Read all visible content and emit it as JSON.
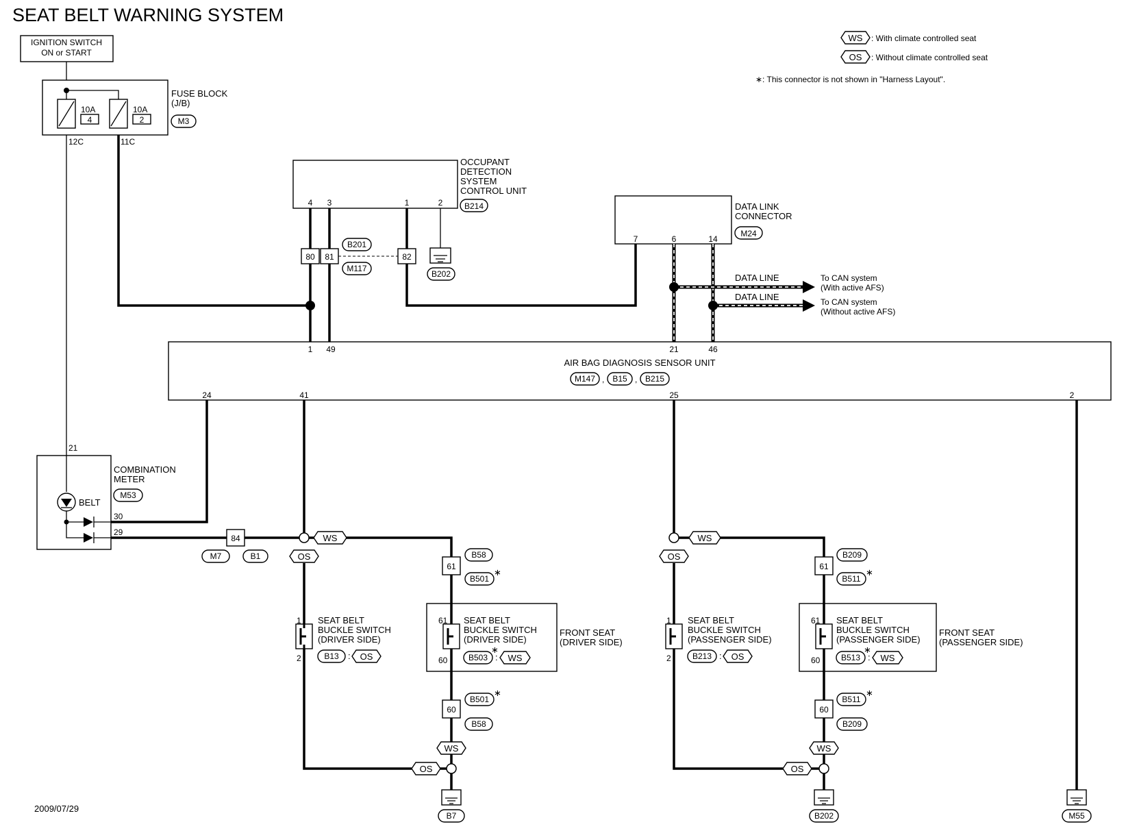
{
  "title": "SEAT BELT WARNING SYSTEM",
  "date": "2009/07/29",
  "legend": {
    "ws_tag": "WS",
    "ws_text": ": With climate controlled seat",
    "os_tag": "OS",
    "os_text": ": Without climate controlled seat",
    "note": "∗: This connector is not shown in \"Harness Layout\"."
  },
  "ignition": {
    "line1": "IGNITION SWITCH",
    "line2": "ON or START"
  },
  "fuse_block": {
    "label1": "FUSE BLOCK",
    "label2": "(J/B)",
    "connector": "M3",
    "fuse1_amp": "10A",
    "fuse1_no": "4",
    "fuse2_amp": "10A",
    "fuse2_no": "2",
    "pin_left": "12C",
    "pin_right": "11C"
  },
  "occupant_unit": {
    "line1": "OCCUPANT",
    "line2": "DETECTION",
    "line3": "SYSTEM",
    "line4": "CONTROL UNIT",
    "connector": "B214",
    "pins": [
      "4",
      "3",
      "1",
      "2"
    ]
  },
  "junction": {
    "pins": [
      "80",
      "81",
      "82"
    ],
    "conn_a": "B201",
    "conn_b": "M117",
    "ground": "B202"
  },
  "dlc": {
    "line1": "DATA LINK",
    "line2": "CONNECTOR",
    "connector": "M24",
    "pins": [
      "7",
      "6",
      "14"
    ]
  },
  "data_lines": {
    "label1": "DATA LINE",
    "label2": "DATA LINE",
    "dest1_line1": "To CAN system",
    "dest1_line2": "(With active AFS)",
    "dest2_line1": "To CAN system",
    "dest2_line2": "(Without active AFS)"
  },
  "airbag_unit": {
    "name": "AIR BAG DIAGNOSIS SENSOR UNIT",
    "connectors": [
      "M147",
      "B15",
      "B215"
    ],
    "top_pins": [
      "1",
      "49",
      "21",
      "46"
    ],
    "bottom_pins": [
      "24",
      "41",
      "25",
      "2"
    ]
  },
  "combination_meter": {
    "line1": "COMBINATION",
    "line2": "METER",
    "connector": "M53",
    "lamp": "BELT",
    "pin_top": "21",
    "pin_30": "30",
    "pin_29": "29"
  },
  "connector_84": {
    "pin": "84",
    "conn_a": "M7",
    "conn_b": "B1"
  },
  "driver_os": {
    "line1": "SEAT BELT",
    "line2": "BUCKLE SWITCH",
    "line3": "(DRIVER SIDE)",
    "connector": "B13",
    "tag": "OS",
    "pin_top": "1",
    "pin_bottom": "2"
  },
  "driver_ws": {
    "line1": "SEAT BELT",
    "line2": "BUCKLE SWITCH",
    "line3": "(DRIVER SIDE)",
    "connector": "B503",
    "tag": "WS",
    "pin_top": "61",
    "pin_bottom": "60",
    "seat_line1": "FRONT SEAT",
    "seat_line2": "(DRIVER SIDE)",
    "inline_top_pin": "61",
    "inline_top_conn_a": "B58",
    "inline_top_conn_b": "B501",
    "inline_bottom_pin": "60",
    "inline_bottom_conn_a": "B501",
    "inline_bottom_conn_b": "B58",
    "ground": "B7"
  },
  "pass_os": {
    "line1": "SEAT BELT",
    "line2": "BUCKLE SWITCH",
    "line3": "(PASSENGER SIDE)",
    "connector": "B213",
    "tag": "OS",
    "pin_top": "1",
    "pin_bottom": "2"
  },
  "pass_ws": {
    "line1": "SEAT BELT",
    "line2": "BUCKLE SWITCH",
    "line3": "(PASSENGER SIDE)",
    "connector": "B513",
    "tag": "WS",
    "pin_top": "61",
    "pin_bottom": "60",
    "seat_line1": "FRONT SEAT",
    "seat_line2": "(PASSENGER SIDE)",
    "inline_top_pin": "61",
    "inline_top_conn_a": "B209",
    "inline_top_conn_b": "B511",
    "inline_bottom_pin": "60",
    "inline_bottom_conn_a": "B511",
    "inline_bottom_conn_b": "B209",
    "ground": "B202"
  },
  "ground_right": "M55",
  "tags": {
    "ws": "WS",
    "os": "OS",
    "star": "∗"
  }
}
